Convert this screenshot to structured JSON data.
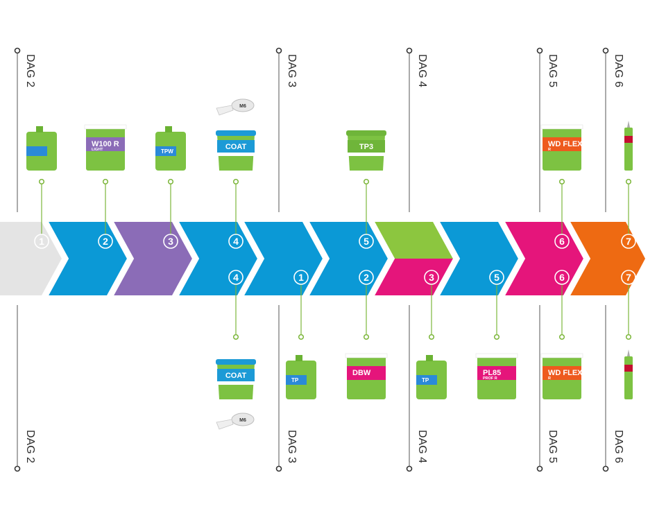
{
  "colors": {
    "blue": "#0b99d6",
    "purple": "#8b6cb7",
    "green": "#8cc63f",
    "magenta": "#e5157b",
    "orange": "#ee6a12",
    "red": "#c40f30",
    "grey": "#e4e4e4",
    "line": "#7cb63a"
  },
  "day_columns": [
    {
      "label": "DAG 2"
    },
    {
      "label": "DAG 3"
    },
    {
      "label": "DAG 4"
    },
    {
      "label": "DAG 5"
    },
    {
      "label": "DAG 6"
    }
  ],
  "top_row": [
    {
      "number": "1",
      "color": "blue",
      "product": {
        "type": "jerrycan",
        "label": "",
        "sub": "",
        "color": "#2a8ad8"
      }
    },
    {
      "number": "2",
      "color": "purple",
      "product": {
        "type": "bag",
        "label": "W100 R",
        "sub": "LIGHT",
        "color": "#8b6cb7"
      }
    },
    {
      "number": "3",
      "color": "blue",
      "product": {
        "type": "jerrycan",
        "label": "TPW",
        "sub": "",
        "color": "#2a8ad8"
      }
    },
    {
      "number": "4",
      "color": "blue",
      "product": {
        "type": "bucket",
        "label": "COAT",
        "sub": "",
        "color": "#1c9ad6",
        "tape": "M6"
      }
    },
    {
      "number": "5",
      "color": "green",
      "product": {
        "type": "bucket",
        "label": "TP3",
        "sub": "",
        "color": "#8cc63f"
      }
    },
    {
      "number": "6",
      "color": "orange",
      "product": {
        "type": "bag",
        "label": "WD FLEX",
        "sub": "R",
        "color": "#ee5a1e"
      }
    },
    {
      "number": "7",
      "color": "red",
      "product": {
        "type": "cartridge",
        "label": "",
        "sub": "",
        "color": "#c40f30"
      }
    }
  ],
  "bottom_row": [
    {
      "number": "4",
      "color": "blue",
      "product": {
        "type": "bucket",
        "label": "COAT",
        "sub": "",
        "color": "#1c9ad6",
        "tape": "M6"
      }
    },
    {
      "number": "1",
      "color": "blue",
      "product": {
        "type": "jerrycan",
        "label": "TP",
        "sub": "",
        "color": "#2a8ad8"
      }
    },
    {
      "number": "2",
      "color": "magenta",
      "product": {
        "type": "bag",
        "label": "DBW",
        "sub": "",
        "color": "#e5157b"
      }
    },
    {
      "number": "3",
      "color": "blue",
      "product": {
        "type": "jerrycan",
        "label": "TP",
        "sub": "",
        "color": "#2a8ad8"
      }
    },
    {
      "number": "5",
      "color": "magenta",
      "product": {
        "type": "bag",
        "label": "PL85",
        "sub": "PROF R",
        "color": "#e5157b"
      }
    },
    {
      "number": "6",
      "color": "orange",
      "product": {
        "type": "bag",
        "label": "WD FLEX",
        "sub": "R",
        "color": "#ee5a1e"
      }
    },
    {
      "number": "7",
      "color": "red",
      "product": {
        "type": "cartridge",
        "label": "",
        "sub": "",
        "color": "#c40f30"
      }
    }
  ]
}
